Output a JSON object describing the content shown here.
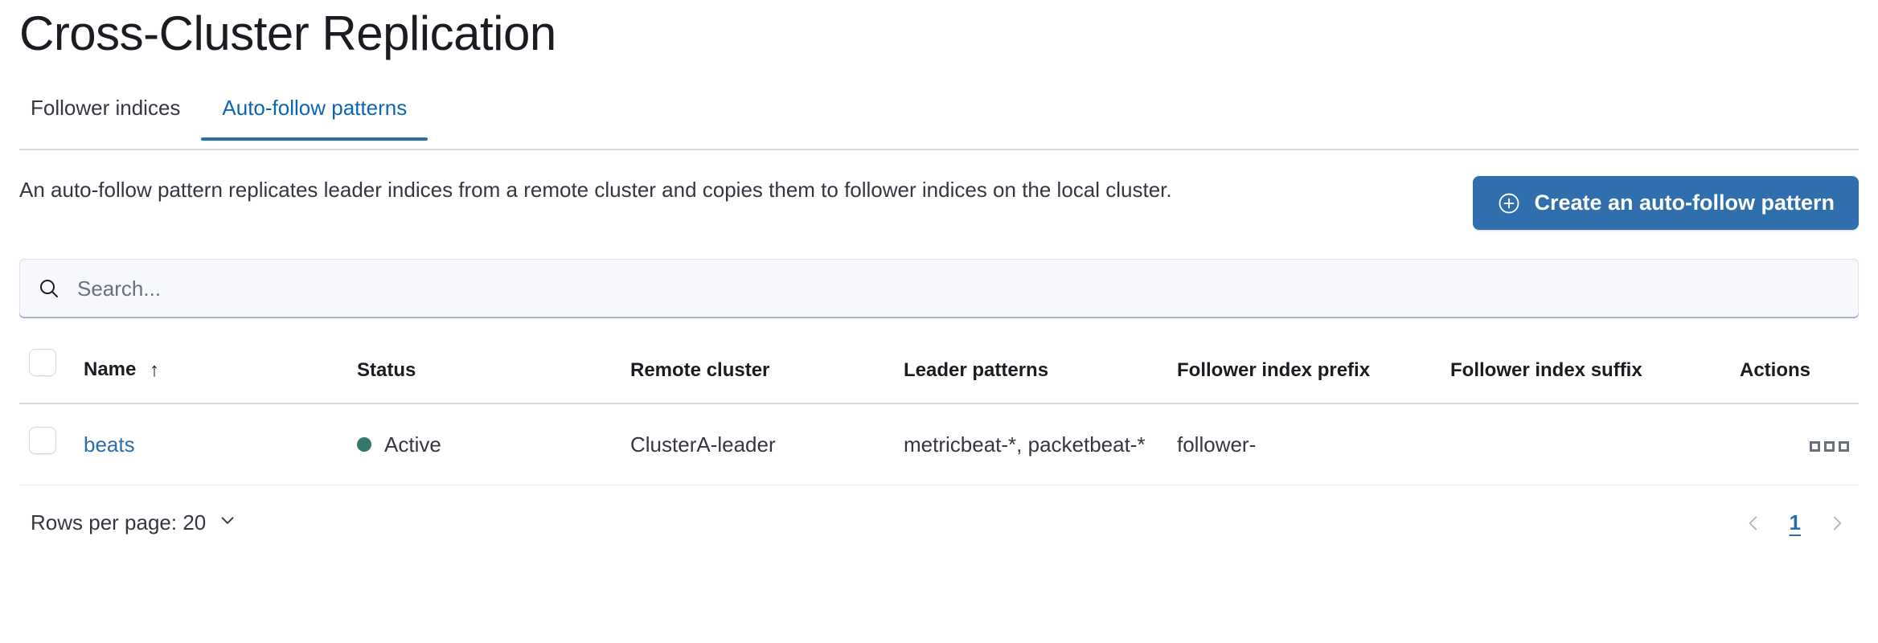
{
  "page": {
    "title": "Cross-Cluster Replication"
  },
  "tabs": [
    {
      "label": "Follower indices",
      "active": false
    },
    {
      "label": "Auto-follow patterns",
      "active": true
    }
  ],
  "description": "An auto-follow pattern replicates leader indices from a remote cluster and copies them to follower indices on the local cluster.",
  "create_button": {
    "label": "Create an auto-follow pattern",
    "icon": "plus-in-circle-icon",
    "color": "#2f6fad"
  },
  "search": {
    "placeholder": "Search...",
    "value": "",
    "icon": "search-icon"
  },
  "table": {
    "columns": [
      "Name",
      "Status",
      "Remote cluster",
      "Leader patterns",
      "Follower index prefix",
      "Follower index suffix",
      "Actions"
    ],
    "sort": {
      "column": "Name",
      "direction": "asc",
      "glyph": "↑"
    },
    "rows": [
      {
        "name": "beats",
        "status": "Active",
        "status_color": "#36776c",
        "remote_cluster": "ClusterA-leader",
        "leader_patterns": "metricbeat-*, packetbeat-*",
        "follower_index_prefix": "follower-",
        "follower_index_suffix": "",
        "actions_icon": "ellipsis-actions-icon"
      }
    ]
  },
  "footer": {
    "rows_per_page_label": "Rows per page: 20",
    "rows_per_page_value": "20",
    "pagination": {
      "prev_icon": "chevron-left-icon",
      "next_icon": "chevron-right-icon",
      "current_page": "1"
    }
  }
}
